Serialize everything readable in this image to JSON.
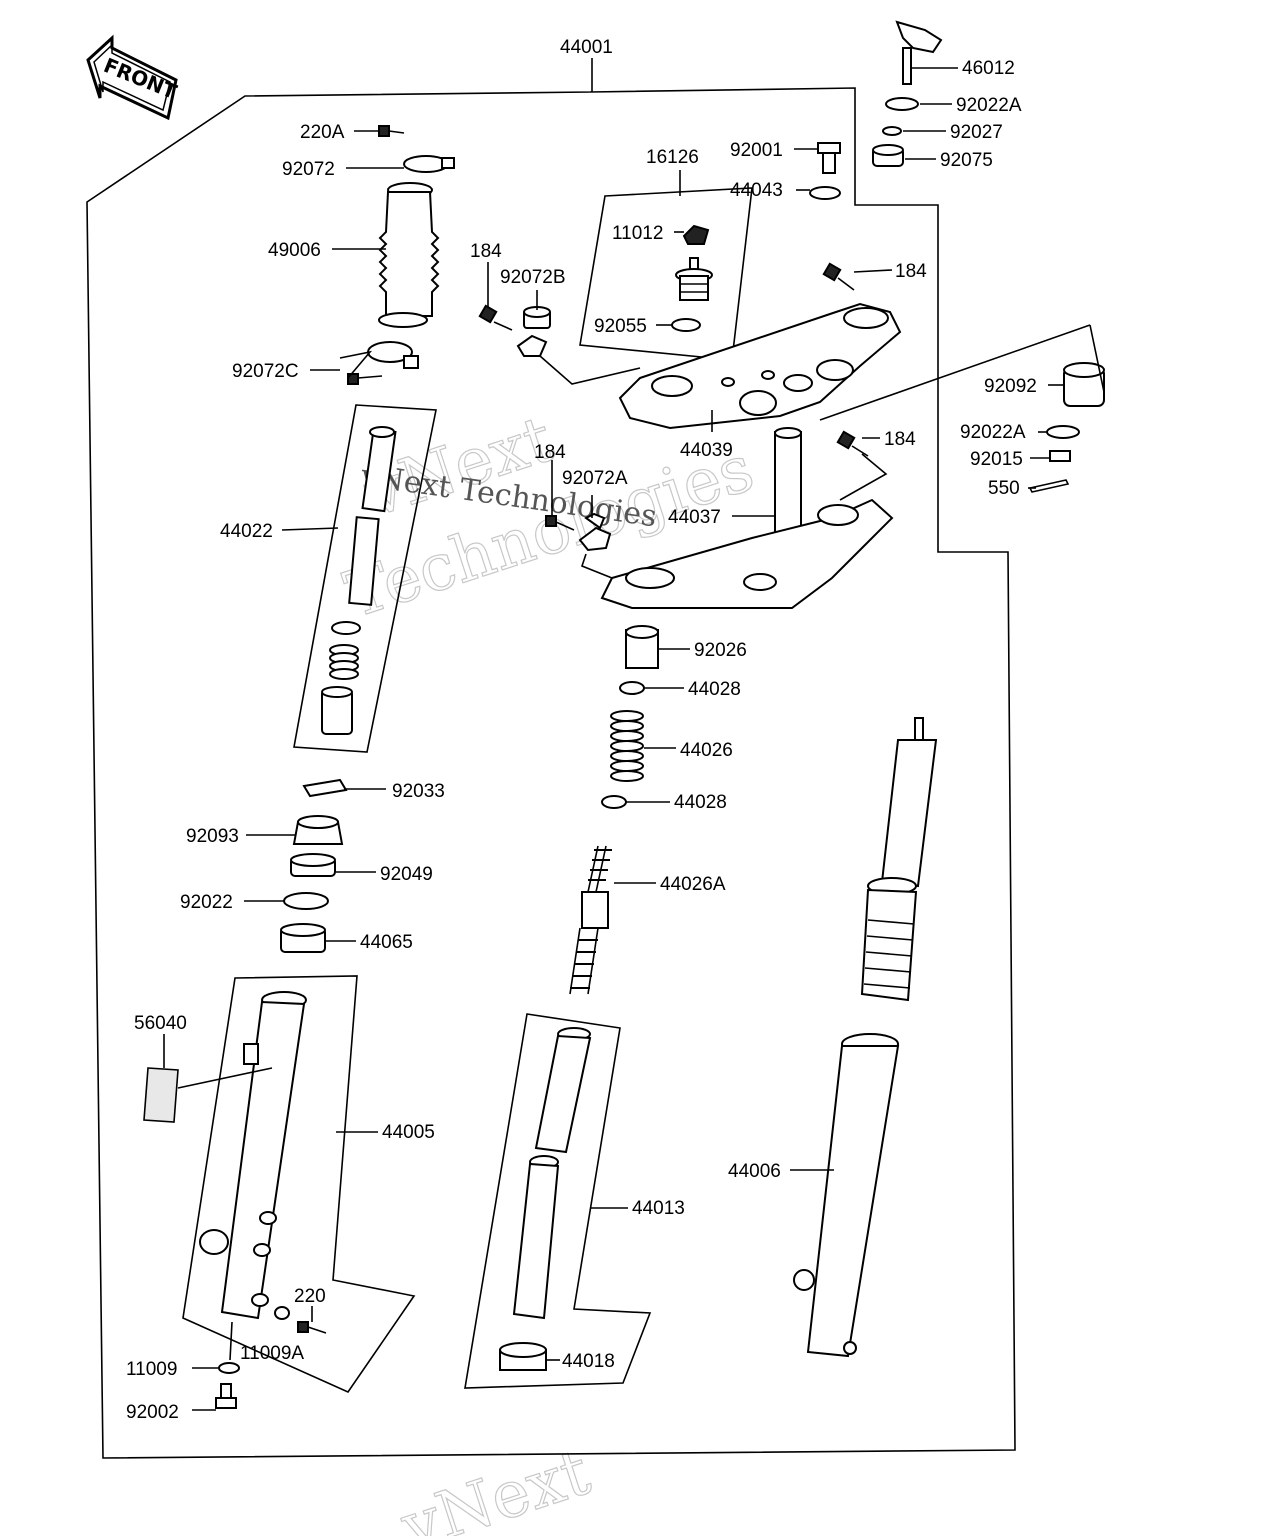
{
  "front_arrow": {
    "label": "FRONT"
  },
  "watermark": {
    "brand_line1": "vNext",
    "brand_line2": "Technologies",
    "caption": "vNext Technologies"
  },
  "parts": {
    "p44001": "44001",
    "p46012": "46012",
    "p92022A_top": "92022A",
    "p92027": "92027",
    "p92075": "92075",
    "p92001": "92001",
    "p44043": "44043",
    "p16126": "16126",
    "p11012": "11012",
    "p92055": "92055",
    "p220A": "220A",
    "p92072": "92072",
    "p49006": "49006",
    "p92072C": "92072C",
    "p184_a": "184",
    "p92072B": "92072B",
    "p184_b": "184",
    "p92092": "92092",
    "p92022A_mid": "92022A",
    "p92015": "92015",
    "p550": "550",
    "p44039": "44039",
    "p184_c": "184",
    "p184_d": "184",
    "p92072A": "92072A",
    "p44037": "44037",
    "p44022": "44022",
    "p92026": "92026",
    "p44028_a": "44028",
    "p44026": "44026",
    "p44028_b": "44028",
    "p44026A": "44026A",
    "p92033": "92033",
    "p92093": "92093",
    "p92049": "92049",
    "p92022": "92022",
    "p44065": "44065",
    "p56040": "56040",
    "p44005": "44005",
    "p44013": "44013",
    "p44006": "44006",
    "p220": "220",
    "p11009A": "11009A",
    "p11009": "11009",
    "p92002": "92002",
    "p44018": "44018"
  }
}
